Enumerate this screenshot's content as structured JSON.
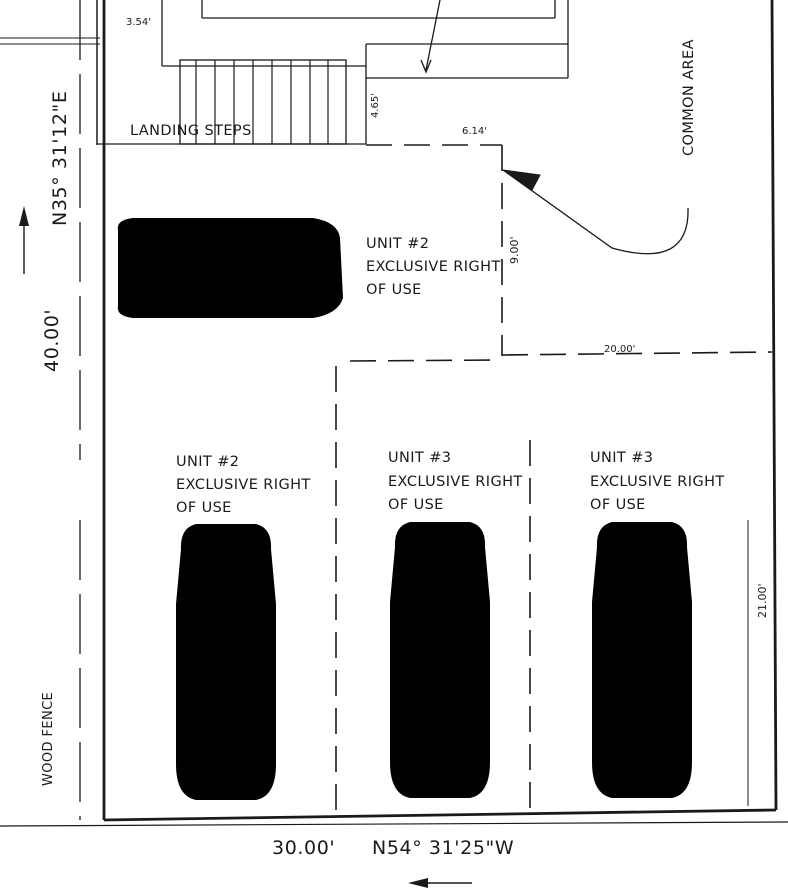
{
  "labels": {
    "landing_steps": "LANDING STEPS",
    "common_area": "COMMON AREA",
    "wood_fence": "WOOD FENCE",
    "bearing_left": "N35° 31'12\"E",
    "bearing_bottom": "N54° 31'25\"W",
    "depth_left": "40.00'",
    "width_bottom": "30.00'"
  },
  "dimensions": {
    "d_354": "3.54'",
    "d_465": "4.65'",
    "d_614": "6.14'",
    "d_900": "9.00'",
    "d_2000": "20.00'",
    "d_2100": "21.00'"
  },
  "spaces": [
    {
      "unit": "UNIT #2",
      "line1": "EXCLUSIVE RIGHT",
      "line2": "OF USE"
    },
    {
      "unit": "UNIT #2",
      "line1": "EXCLUSIVE RIGHT",
      "line2": "OF USE"
    },
    {
      "unit": "UNIT #3",
      "line1": "EXCLUSIVE RIGHT",
      "line2": "OF USE"
    },
    {
      "unit": "UNIT #3",
      "line1": "EXCLUSIVE RIGHT",
      "line2": "OF USE"
    }
  ]
}
